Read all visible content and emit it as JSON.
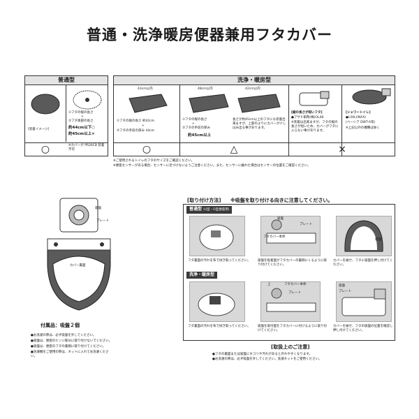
{
  "title": "普通・洗浄暖房便器兼用フタカバー",
  "compat": {
    "normal_header": "普通型",
    "washlet_header": "洗浄・暖房型",
    "image_label": "[装着イメージ]",
    "normal_measure": {
      "line1": "①フタの縦の長さ",
      "plus": "+",
      "line2": "②フタ後部の長さ",
      "row_ok": "約44cm以下○",
      "row_ng": "約45cm以上×"
    },
    "washlet_measure": {
      "line1": "①フタの縦の長さ 約42cm",
      "plus": "+",
      "line2": "②フタの手前の厚み 44cm"
    },
    "dim_a": "43cm以内",
    "dim_b": "48cm以内",
    "dim_c": "42cm以内",
    "washlet_measure2": {
      "line1": "①フタの縦の長さ",
      "plus": "+",
      "line2": "②フタの手前の厚み",
      "row": "約45cm以上"
    },
    "washlet_note": "長さが約45cm以上のフタにも装着出来ますが、上部のよりにカバーが少しはみ出る事があります。",
    "col4_title": "[縦の長さが短いフタ]",
    "col4_item": "●アサヒ衛陶(株)OL48",
    "col4_note": "※装着は出来ますが、フタの縦の長さが短いため、カバーがフタに入らない事があります。",
    "col5_title": "[シャワートイレ]",
    "col5_item": "●LIXIL(INAX)",
    "col5_sub": "(ベーシア DWT-A等)",
    "col5_note": "※上記以外の機種は除く",
    "normal_sub": "※カバーが PR26CB 装着不可",
    "symbols": [
      "○",
      "○",
      "△",
      "×"
    ],
    "footnote1": "※ご使用されるトイレのフタのサイズをご確認ください。",
    "footnote2": "※便座センサーがある場合、センサーに近づけないようご注意ください。また、センサーに触れた場合はセンサーの位置をご確認ください。"
  },
  "left": {
    "label_suction": "吸盤",
    "label_plate": "プレート",
    "label_cover_back": "カバー裏面",
    "accessories": "付属品：吸盤２個",
    "notes": [
      "●お洗濯の際は、必ず吸盤を外してください。",
      "●吸盤は、便座のヒンジ部分に取り付けないでください。",
      "●吸盤は、便座のフタの裏側に取り付けてください。",
      "●洗濯機をご使用の際は、ネットに入れてお洗濯ください。"
    ]
  },
  "install": {
    "heading": "[取り付け方法]",
    "warning": "※吸盤を取り付ける向きに注意してください。",
    "normal_bar": "普通型",
    "normal_sub": "(U型・O型便座用)",
    "washlet_bar": "洗浄・暖房型",
    "label_suction": "吸盤",
    "label_plate": "プレート",
    "label_cover_tag": "フタカバー本体",
    "label_top": "上",
    "label_suction2": "吸盤",
    "label_plate2": "プレート",
    "cap_n1": "フタ裏面の汚れを布で拭き取ってください。",
    "cap_n2": "吸盤を吸着面がフタカバーの裏側にくるように取り付けてください。",
    "cap_n3": "カバーを被せ、フタに吸盤を押し付けてください。",
    "cap_w1": "フタ裏面の汚れを布で拭き取ってください。",
    "cap_w2": "吸盤を取付面をフタカバーに付けるように取り付けてください。",
    "cap_w3": "カバーを被せ、フタの吸盤の位置を確認し押し付けてください。"
  },
  "care": {
    "heading": "[取扱上のご注意]",
    "lines": [
      "●フタの裏面または吸盤にホコリや汚れがあると外れやすくなります。",
      "●お洗濯の際は、必ず吸盤を外してください。洗濯ネットをご使用ください。"
    ]
  },
  "colors": {
    "border": "#333333",
    "header_bg": "#e4e4e4",
    "dark_bar": "#3a3a3a",
    "cover_gray": "#5a5a5a"
  }
}
